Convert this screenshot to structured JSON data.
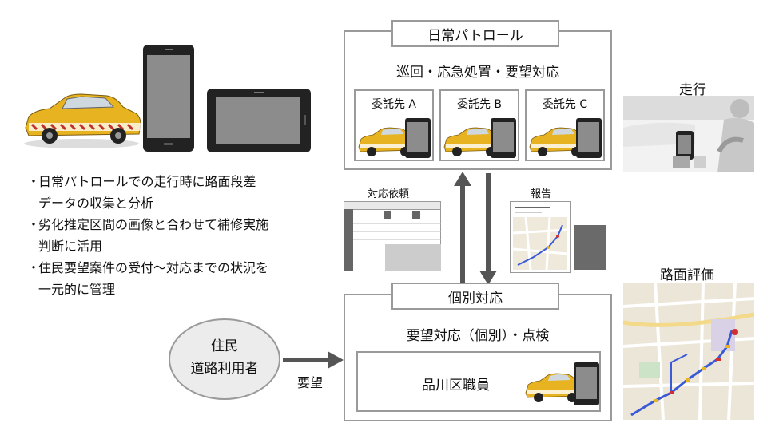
{
  "daily_patrol": {
    "title": "日常パトロール",
    "subtitle": "巡回・応急処置・要望対応",
    "vendors": [
      {
        "label": "委託先 A"
      },
      {
        "label": "委託先 B"
      },
      {
        "label": "委託先 C"
      }
    ]
  },
  "individual": {
    "title": "個別対応",
    "subtitle": "要望対応（個別）・点検",
    "staff_label": "品川区職員"
  },
  "resident": {
    "line1": "住民",
    "line2": "道路利用者",
    "arrow_label": "要望"
  },
  "flows": {
    "request_label": "対応依頼",
    "report_label": "報告"
  },
  "side": {
    "driving_label": "走行",
    "evaluation_label": "路面評価"
  },
  "bullets": [
    {
      "line1": "日常パトロールでの走行時に路面段差",
      "line2": "データの収集と分析"
    },
    {
      "line1": "劣化推定区間の画像と合わせて補修実施",
      "line2": "判断に活用"
    },
    {
      "line1": "住民要望案件の受付～対応までの状況を",
      "line2": "一元的に管理"
    }
  ],
  "colors": {
    "border": "#9a9a9a",
    "car_yellow": "#e8b320",
    "device_dark": "#222222",
    "arrow": "#555555"
  }
}
